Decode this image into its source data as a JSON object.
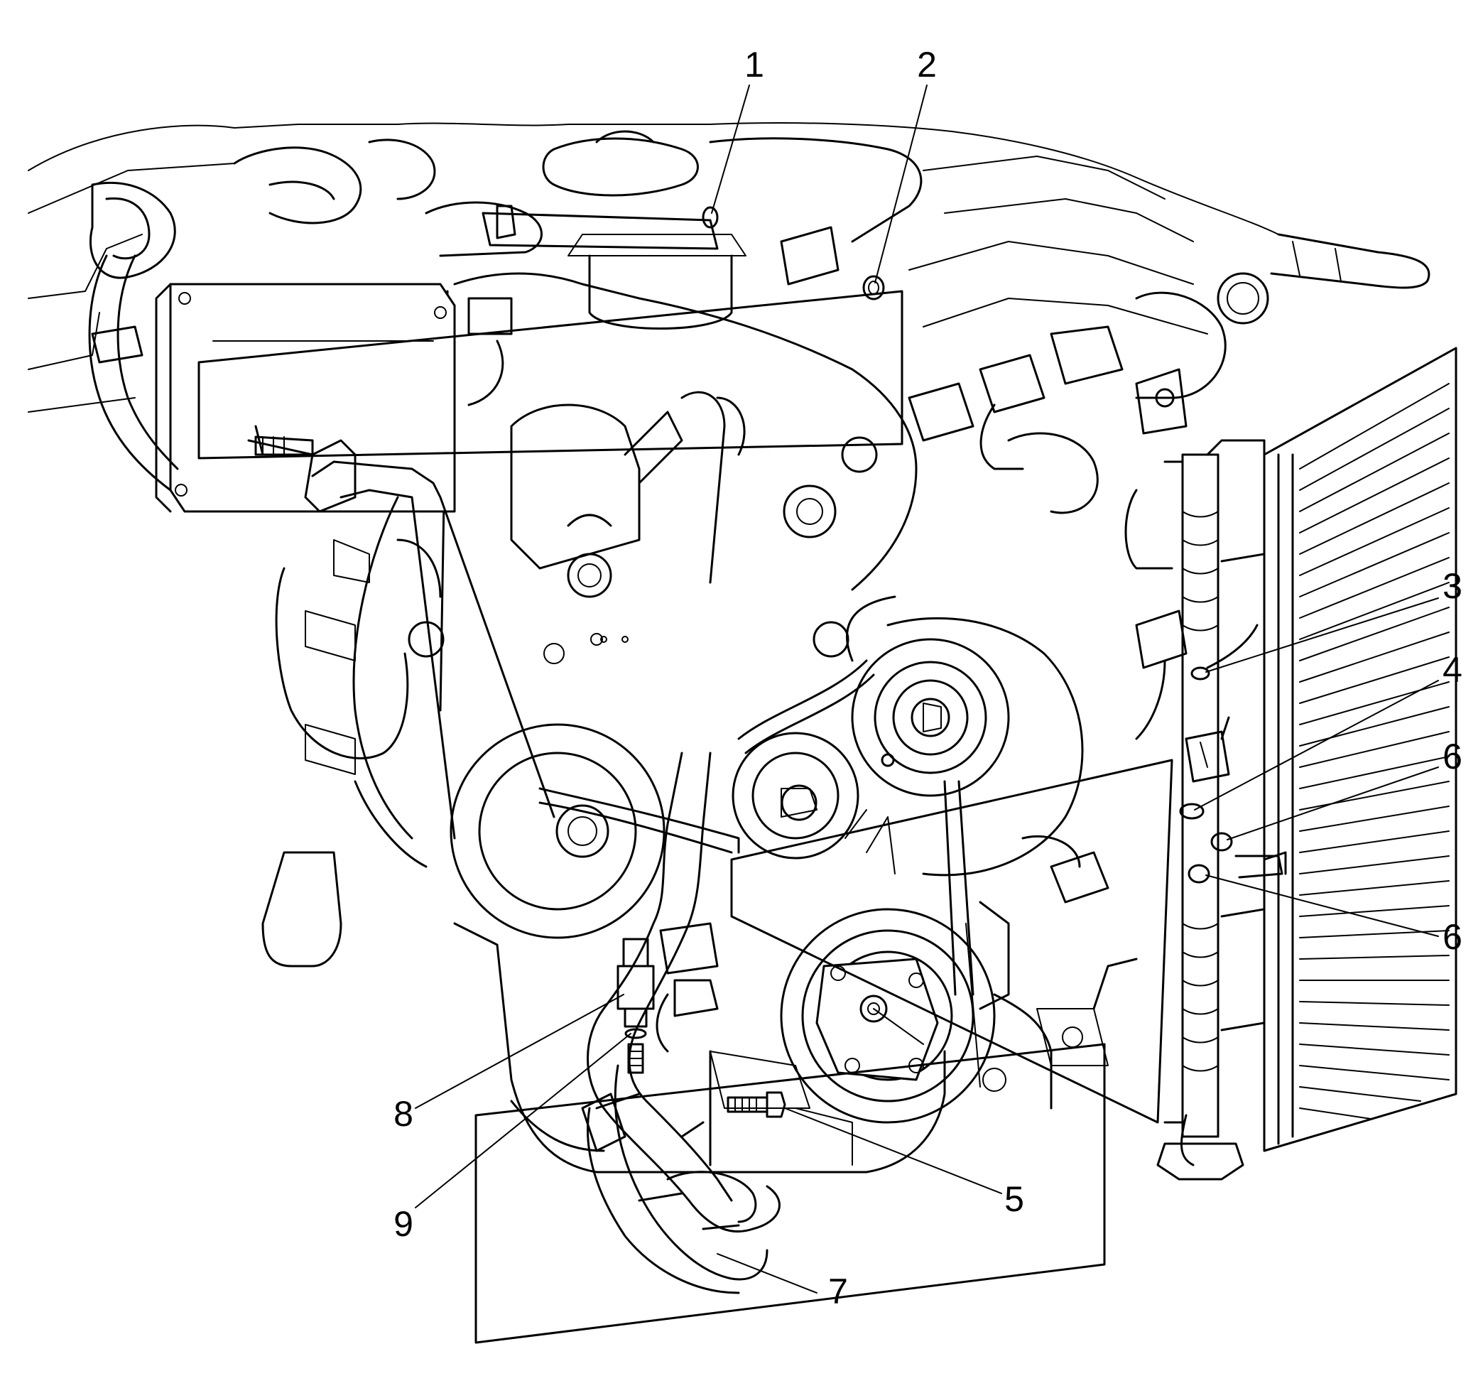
{
  "callouts": [
    {
      "id": "callout-1",
      "label": "1"
    },
    {
      "id": "callout-2",
      "label": "2"
    },
    {
      "id": "callout-3",
      "label": "3"
    },
    {
      "id": "callout-4",
      "label": "4"
    },
    {
      "id": "callout-6a",
      "label": "6"
    },
    {
      "id": "callout-6b",
      "label": "6"
    },
    {
      "id": "callout-8",
      "label": "8"
    },
    {
      "id": "callout-9",
      "label": "9"
    },
    {
      "id": "callout-5",
      "label": "5"
    },
    {
      "id": "callout-7",
      "label": "7"
    }
  ],
  "colors": {
    "line": "#000000",
    "background": "#ffffff"
  }
}
